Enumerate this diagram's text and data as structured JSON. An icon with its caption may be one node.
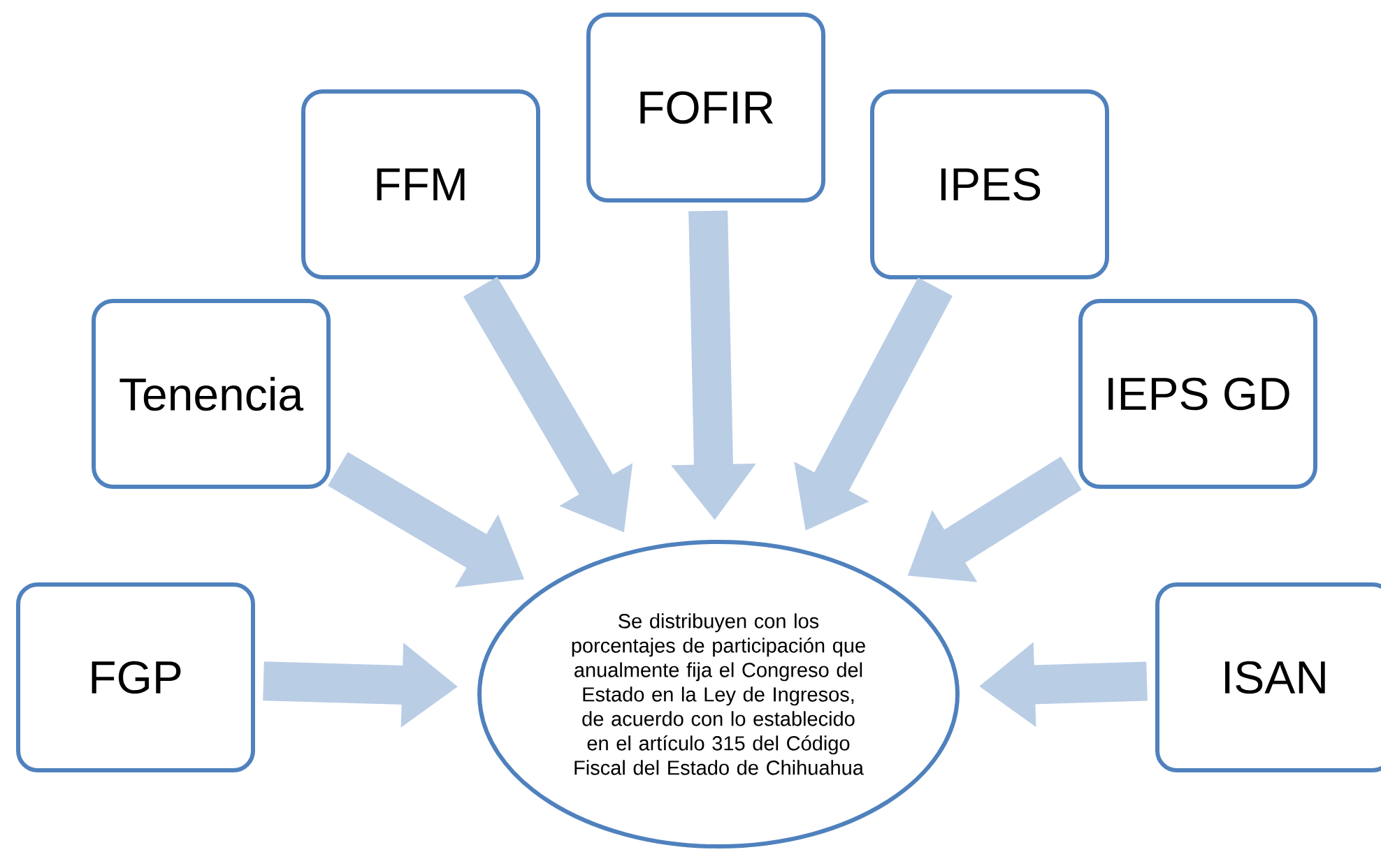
{
  "diagram": {
    "nodes": [
      {
        "text": [
          "FGP"
        ]
      },
      {
        "text": [
          "Tenencia"
        ]
      },
      {
        "text": [
          "FFM"
        ]
      },
      {
        "text": [
          "FOFIR"
        ]
      },
      {
        "text": [
          "IPES"
        ]
      },
      {
        "text": [
          "IEPS GD"
        ]
      },
      {
        "text": [
          "ISAN"
        ]
      },
      {
        "text": [
          "Se distribuyen con los porcentajes de participación que anualmente fija el Congreso del Estado en la Ley de Ingresos, de acuerdo con lo establecido en el artículo 315 del Código Fiscal del Estado de Chihuahua"
        ]
      }
    ],
    "edges": [
      {
        "from": 0,
        "to": 7,
        "arrow": "to"
      },
      {
        "from": 1,
        "to": 7,
        "arrow": "to"
      },
      {
        "from": 2,
        "to": 7,
        "arrow": "to"
      },
      {
        "from": 3,
        "to": 7,
        "arrow": "to"
      },
      {
        "from": 4,
        "to": 7,
        "arrow": "to"
      },
      {
        "from": 5,
        "to": 7,
        "arrow": "to"
      },
      {
        "from": 6,
        "to": 7,
        "arrow": "to"
      }
    ]
  }
}
